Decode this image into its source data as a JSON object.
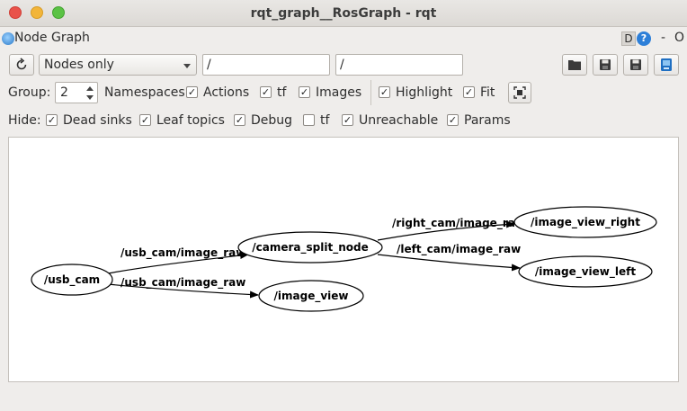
{
  "window": {
    "title": "rqt_graph__RosGraph - rqt"
  },
  "panel": {
    "title": "Node Graph",
    "d_label": "D",
    "help_label": "?",
    "dash_label": "-",
    "o_label": "O"
  },
  "toolbar": {
    "refresh_icon": "refresh-icon",
    "filter_mode": "Nodes only",
    "node_filter": "/",
    "topic_filter": "/",
    "load_icon": "folder-icon",
    "save_dot_icon": "save-icon",
    "save_svg_icon": "save-icon",
    "export_icon": "screenshot-icon"
  },
  "options": {
    "group_label": "Group:",
    "group_value": "2",
    "namespaces_label": "Namespaces",
    "actions": {
      "label": "Actions",
      "checked": true
    },
    "tf": {
      "label": "tf",
      "checked": true
    },
    "images": {
      "label": "Images",
      "checked": true
    },
    "highlight": {
      "label": "Highlight",
      "checked": true
    },
    "fit": {
      "label": "Fit",
      "checked": true
    }
  },
  "hide": {
    "label": "Hide:",
    "dead_sinks": {
      "label": "Dead sinks",
      "checked": true
    },
    "leaf_topics": {
      "label": "Leaf topics",
      "checked": true
    },
    "debug": {
      "label": "Debug",
      "checked": true
    },
    "tf": {
      "label": "tf",
      "checked": false
    },
    "unreachable": {
      "label": "Unreachable",
      "checked": true
    },
    "params": {
      "label": "Params",
      "checked": true
    }
  },
  "graph": {
    "nodes": {
      "usb_cam": "/usb_cam",
      "camera_split_node": "/camera_split_node",
      "image_view": "/image_view",
      "image_view_right": "/image_view_right",
      "image_view_left": "/image_view_left"
    },
    "edges": {
      "usb_to_split": "/usb_cam/image_raw",
      "usb_to_view": "/usb_cam/image_raw",
      "split_to_right": "/right_cam/image_raw",
      "split_to_left": "/left_cam/image_raw"
    }
  },
  "colors": {
    "close": "#e9524a",
    "minimize": "#f2b53a",
    "maximize": "#5bc245",
    "accent": "#2d7fd8"
  }
}
